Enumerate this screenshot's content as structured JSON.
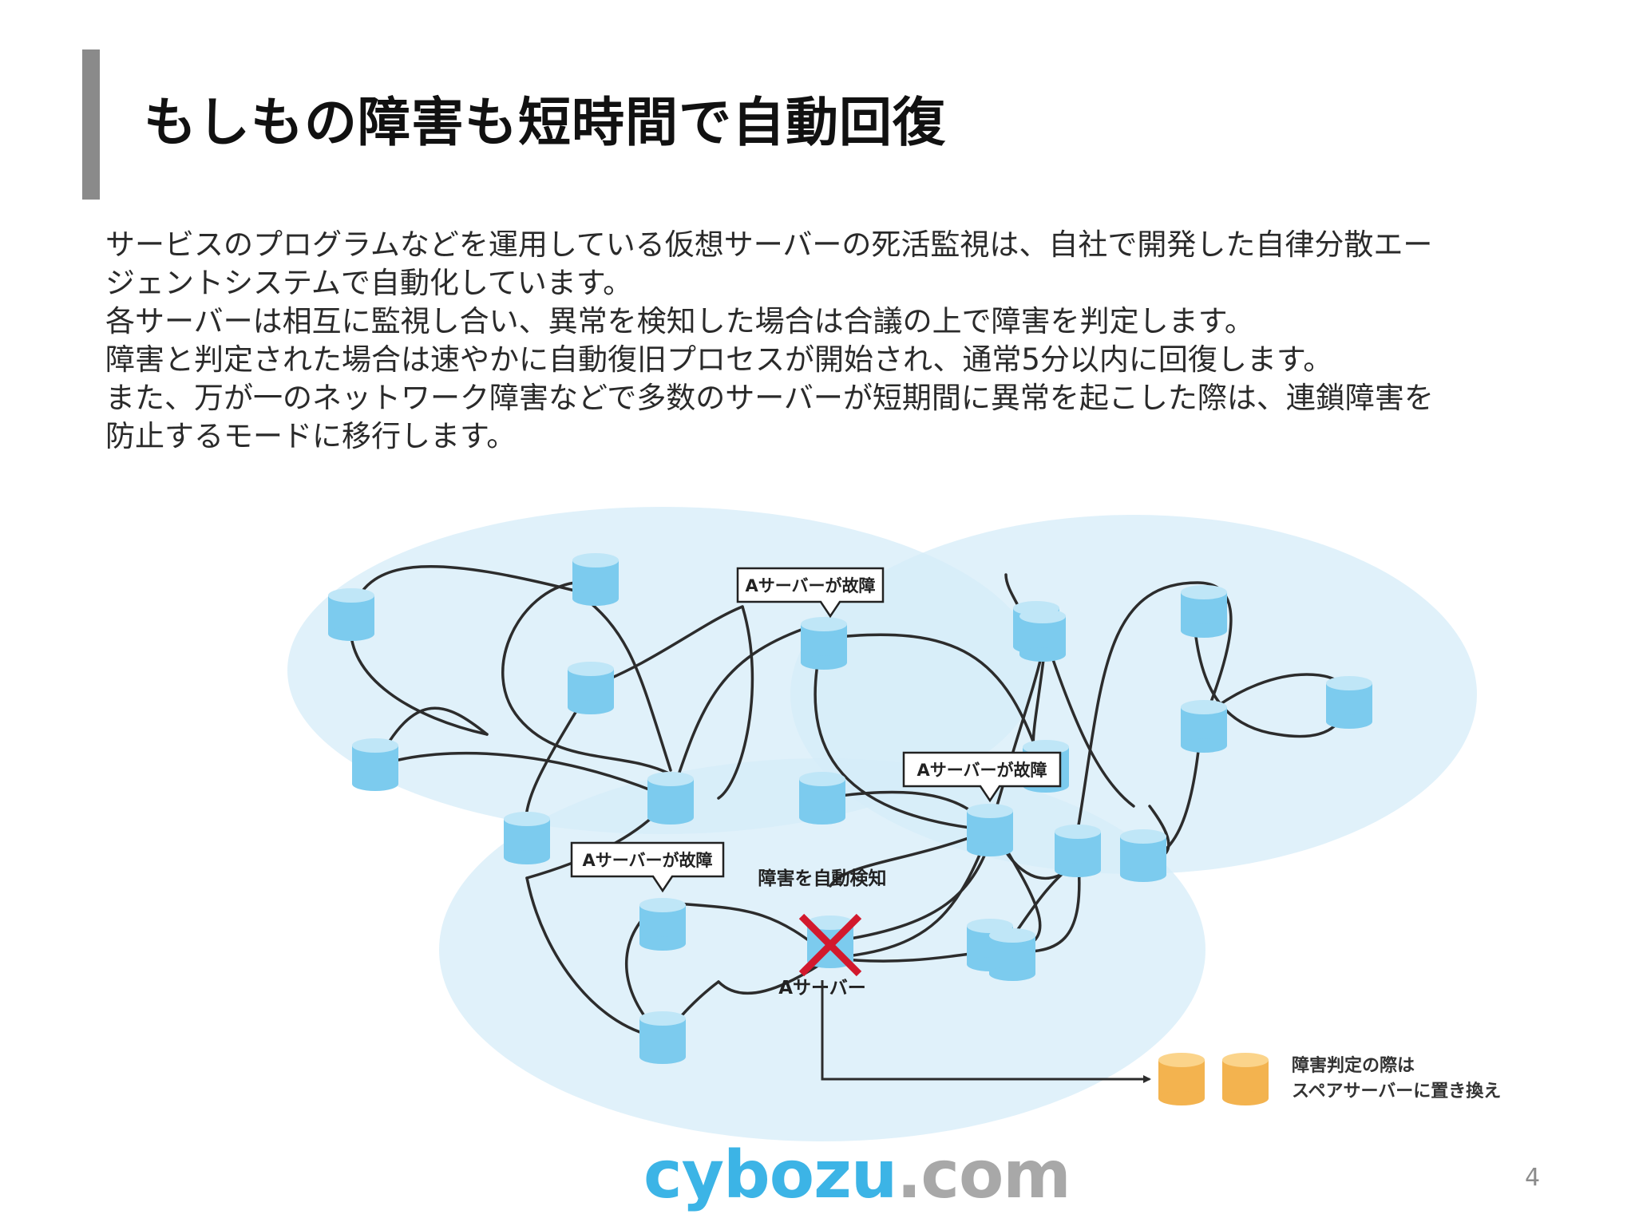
{
  "slide": {
    "title": "もしもの障害も短時間で自動回復",
    "body_lines": [
      "サービスのプログラムなどを運用している仮想サーバーの死活監視は、自社で開発した自律分散エー",
      "ジェントシステムで自動化しています。",
      "各サーバーは相互に監視し合い、異常を検知した場合は合議の上で障害を判定します。",
      "障害と判定された場合は速やかに自動復旧プロセスが開始され、通常5分以内に回復します。",
      "また、万が一のネットワーク障害などで多数のサーバーが短期間に異常を起こした際は、連鎖障害を",
      "防止するモードに移行します。"
    ],
    "page_number": "4"
  },
  "diagram": {
    "callout_label": "Aサーバーが故障",
    "detect_label": "障害を自動検知",
    "failed_server_label": "Aサーバー",
    "spare_label_line1": "障害判定の際は",
    "spare_label_line2": "スペアサーバーに置き換え",
    "colors": {
      "server": "#7ccbee",
      "server_top": "#bfe6f7",
      "spare": "#f3b34f",
      "spare_top": "#fbd48b",
      "cloud": "#d6ecf8",
      "cross": "#d2192d",
      "line": "#2c2c2c"
    }
  },
  "logo": {
    "part1": "cybozu",
    "part2": ".com"
  }
}
